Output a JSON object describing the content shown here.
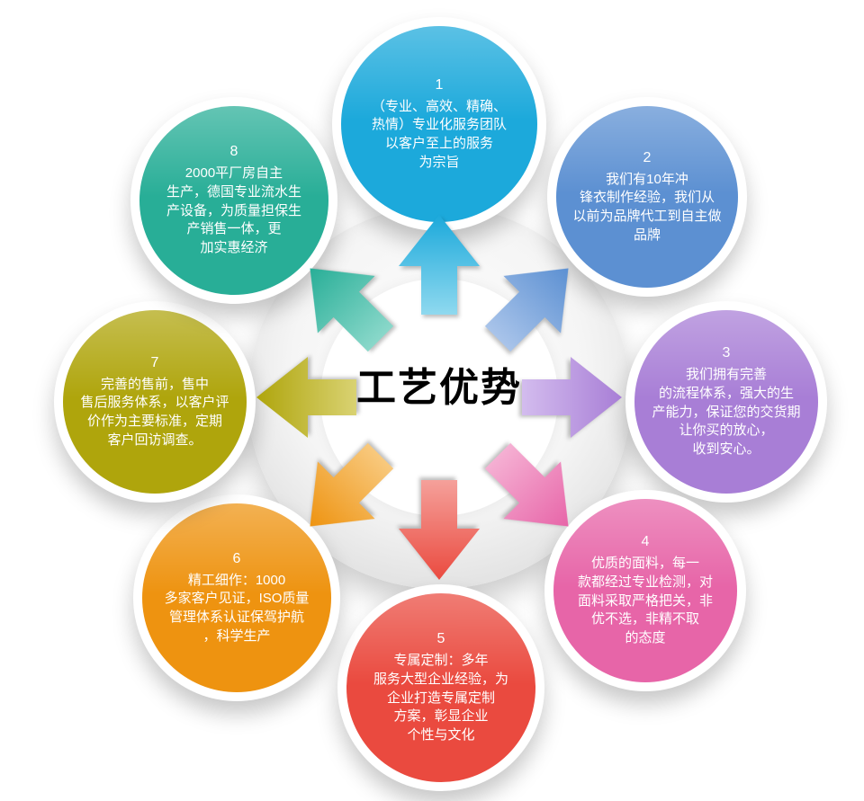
{
  "title": "工艺优势",
  "items": [
    {
      "number": "1",
      "text": "（专业、高效、精确、\n热情）专业化服务团队\n以客户至上的服务\n为宗旨",
      "color": "#1ca9db",
      "light": "#8fd9ef"
    },
    {
      "number": "2",
      "text": "我们有10年冲\n锋衣制作经验，我们从\n以前为品牌代工到自主做\n品牌",
      "color": "#5c90d2",
      "light": "#a9c4ea"
    },
    {
      "number": "3",
      "text": "我们拥有完善\n的流程体系，强大的生\n产能力，保证您的交货期\n让你买的放心，\n收到安心。",
      "color": "#a87ed6",
      "light": "#d3bcee"
    },
    {
      "number": "4",
      "text": "优质的面料，每一\n款都经过专业检测，对\n面料采取严格把关，非\n优不选，非精不取\n的态度",
      "color": "#e765a8",
      "light": "#f5b0d3"
    },
    {
      "number": "5",
      "text": "专属定制：多年\n服务大型企业经验，为\n企业打造专属定制\n方案，彰显企业\n个性与文化",
      "color": "#ea4a3f",
      "light": "#f5a09a"
    },
    {
      "number": "6",
      "text": "精工细作：1000\n多家客户见证，ISO质量\n管理体系认证保驾护航\n，科学生产",
      "color": "#ee9310",
      "light": "#f8c97e"
    },
    {
      "number": "7",
      "text": "完善的售前，售中\n售后服务体系，以客户评\n价作为主要标准，定期\n客户回访调查。",
      "color": "#afa50c",
      "light": "#d9d272"
    },
    {
      "number": "8",
      "text": "2000平厂房自主\n生产，德国专业流水生\n产设备，为质量担保生\n产销售一体，更\n加实惠经济",
      "color": "#28ae97",
      "light": "#8ad8ca"
    }
  ]
}
